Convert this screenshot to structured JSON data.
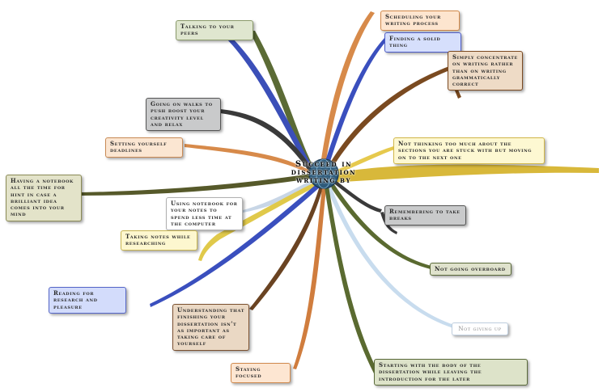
{
  "central_topic": {
    "line1": "Succeed in",
    "line2": "dissertation",
    "line3": "writing by"
  },
  "nodes": [
    {
      "id": "talking",
      "text": "Talking to your peers",
      "bg": "#dfe6cf",
      "border": "#8a9a6a"
    },
    {
      "id": "going_walk",
      "text": "Going on walks to push boost your creativity level and relax",
      "bg": "#c9cacb",
      "border": "#555555"
    },
    {
      "id": "setting_deadlines",
      "text": "Setting yourself deadlines",
      "bg": "#fbe6d2",
      "border": "#c98a55"
    },
    {
      "id": "notebook",
      "text": "Having a notebook all the time for hint in case a brilliant idea comes into your mind",
      "bg": "#e3e3c9",
      "border": "#8a8a55"
    },
    {
      "id": "using_notebook",
      "text": "Using notebook for your notes to spend less time at the computer",
      "bg": "#ffffff",
      "border": "#b0b0b0"
    },
    {
      "id": "taking_notes",
      "text": "Taking notes while researching",
      "bg": "#fdf7cf",
      "border": "#c8b552"
    },
    {
      "id": "reading",
      "text": "Reading for research and pleasure",
      "bg": "#d3dcfb",
      "border": "#5566c8"
    },
    {
      "id": "understanding",
      "text": "Understanding that finishing your dissertation isn't as important as taking care of yourself",
      "bg": "#ead8c4",
      "border": "#7a5030"
    },
    {
      "id": "staying_focused",
      "text": "Staying focused",
      "bg": "#fde6d2",
      "border": "#d08a4e"
    },
    {
      "id": "scheduling",
      "text": "Scheduling your writing process",
      "bg": "#fde5cf",
      "border": "#d38a4a"
    },
    {
      "id": "finding_thing",
      "text": "Finding a solid thing",
      "bg": "#d6dffc",
      "border": "#4a5ac8"
    },
    {
      "id": "simply_concentrate",
      "text": "Simply concentrate on writing rather than on writing grammatically correct",
      "bg": "#eedbc6",
      "border": "#7b4a22"
    },
    {
      "id": "not_thinking",
      "text": "Not thinking too much about the sections you are stuck with but moving on to the next one",
      "bg": "#fdf8d2",
      "border": "#d2b84a"
    },
    {
      "id": "remembering",
      "text": "Remembering to take breaks",
      "bg": "#c9cacb",
      "border": "#555555"
    },
    {
      "id": "not_going_overboard",
      "text": "Not going overboard",
      "bg": "#dfe2cc",
      "border": "#5a6a3a"
    },
    {
      "id": "not_giving_up",
      "text": "Not giving up",
      "bg": "#ffffff",
      "border": "#c0d0e0"
    },
    {
      "id": "starting_body",
      "text": "Starting with the body of the dissertation while leaving the introduction for the later",
      "bg": "#dde3c9",
      "border": "#5a6a3a"
    }
  ]
}
